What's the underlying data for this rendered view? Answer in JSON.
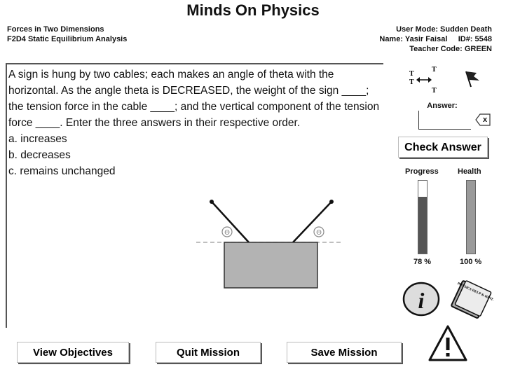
{
  "app_title": "Minds On Physics",
  "course": "Forces in Two Dimensions",
  "module": "F2D4 Static Equilibrium Analysis",
  "user_mode": "User Mode: Sudden Death",
  "name": "Name: Yasir Faisal",
  "id": "ID#: 5548",
  "teacher_code": "Teacher Code: GREEN",
  "question": {
    "text": "A sign is hung by two cables; each makes an angle of theta with the horizontal.  As the angle theta is DECREASED, the weight of the sign ____; the tension force in the cable ____; and the vertical component of the tension force ____.  Enter the three answers in their respective order.",
    "options": [
      "a. increases",
      "b. decreases",
      "c. remains unchanged"
    ]
  },
  "answer": {
    "label": "Answer:",
    "value": "",
    "backspace": "x"
  },
  "check_answer_label": "Check Answer",
  "meters": {
    "progress": {
      "label": "Progress",
      "value_text": "78 %",
      "fraction": 0.78
    },
    "health": {
      "label": "Health",
      "value_text": "100 %",
      "fraction": 1.0
    }
  },
  "buttons": {
    "view_objectives": "View Objectives",
    "quit_mission": "Quit Mission",
    "save_mission": "Save Mission"
  },
  "icons": {
    "swap": "tension-swap-icon",
    "flag": "flag-icon",
    "info": "info-icon",
    "help_book": "physics-help-book-icon",
    "warning": "warning-icon"
  },
  "diagram": {
    "angle_symbol": "Θ"
  },
  "help_book_text": "PHYSICS HELP & HINTS"
}
